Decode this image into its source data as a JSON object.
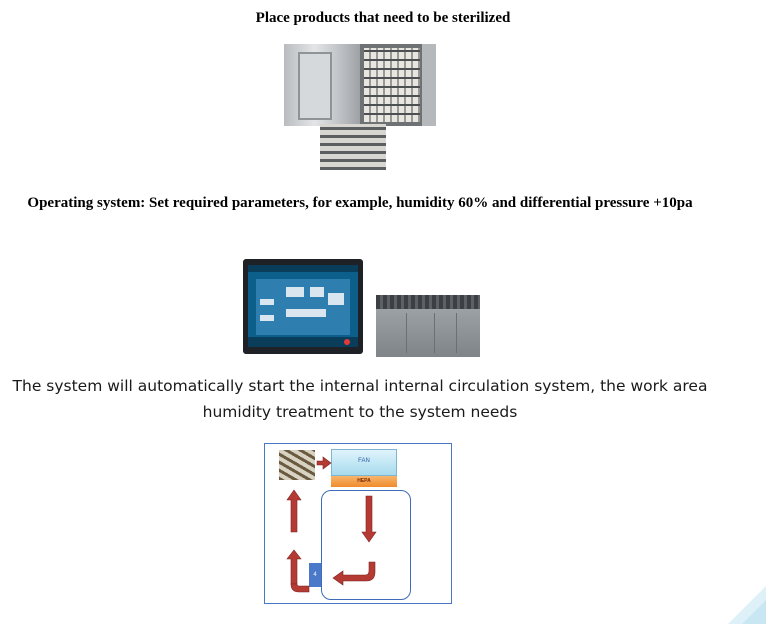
{
  "heading1": "Place products that need to be sterilized",
  "heading2": "Operating system: Set required parameters, for example, humidity 60% and differential pressure +10pa",
  "paragraph": "The system will automatically start the internal internal circulation system, the work area humidity treatment to the system needs",
  "diagram": {
    "fan_label": "FAN",
    "hepa_label": "HEPA",
    "unit_label": "4"
  },
  "colors": {
    "arrow": "#b53a33",
    "diagram_border": "#4a78c2",
    "hepa": "#ef8c2c",
    "fan": "#a7dbee",
    "corner_decor": "#dff1f8"
  }
}
